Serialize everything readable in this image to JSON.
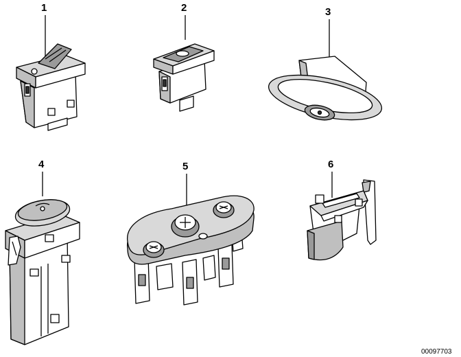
{
  "callouts": [
    {
      "id": 1,
      "label": "1"
    },
    {
      "id": 2,
      "label": "2"
    },
    {
      "id": 3,
      "label": "3"
    },
    {
      "id": 4,
      "label": "4"
    },
    {
      "id": 5,
      "label": "5"
    },
    {
      "id": 6,
      "label": "6"
    }
  ],
  "reference_number": "00097703"
}
